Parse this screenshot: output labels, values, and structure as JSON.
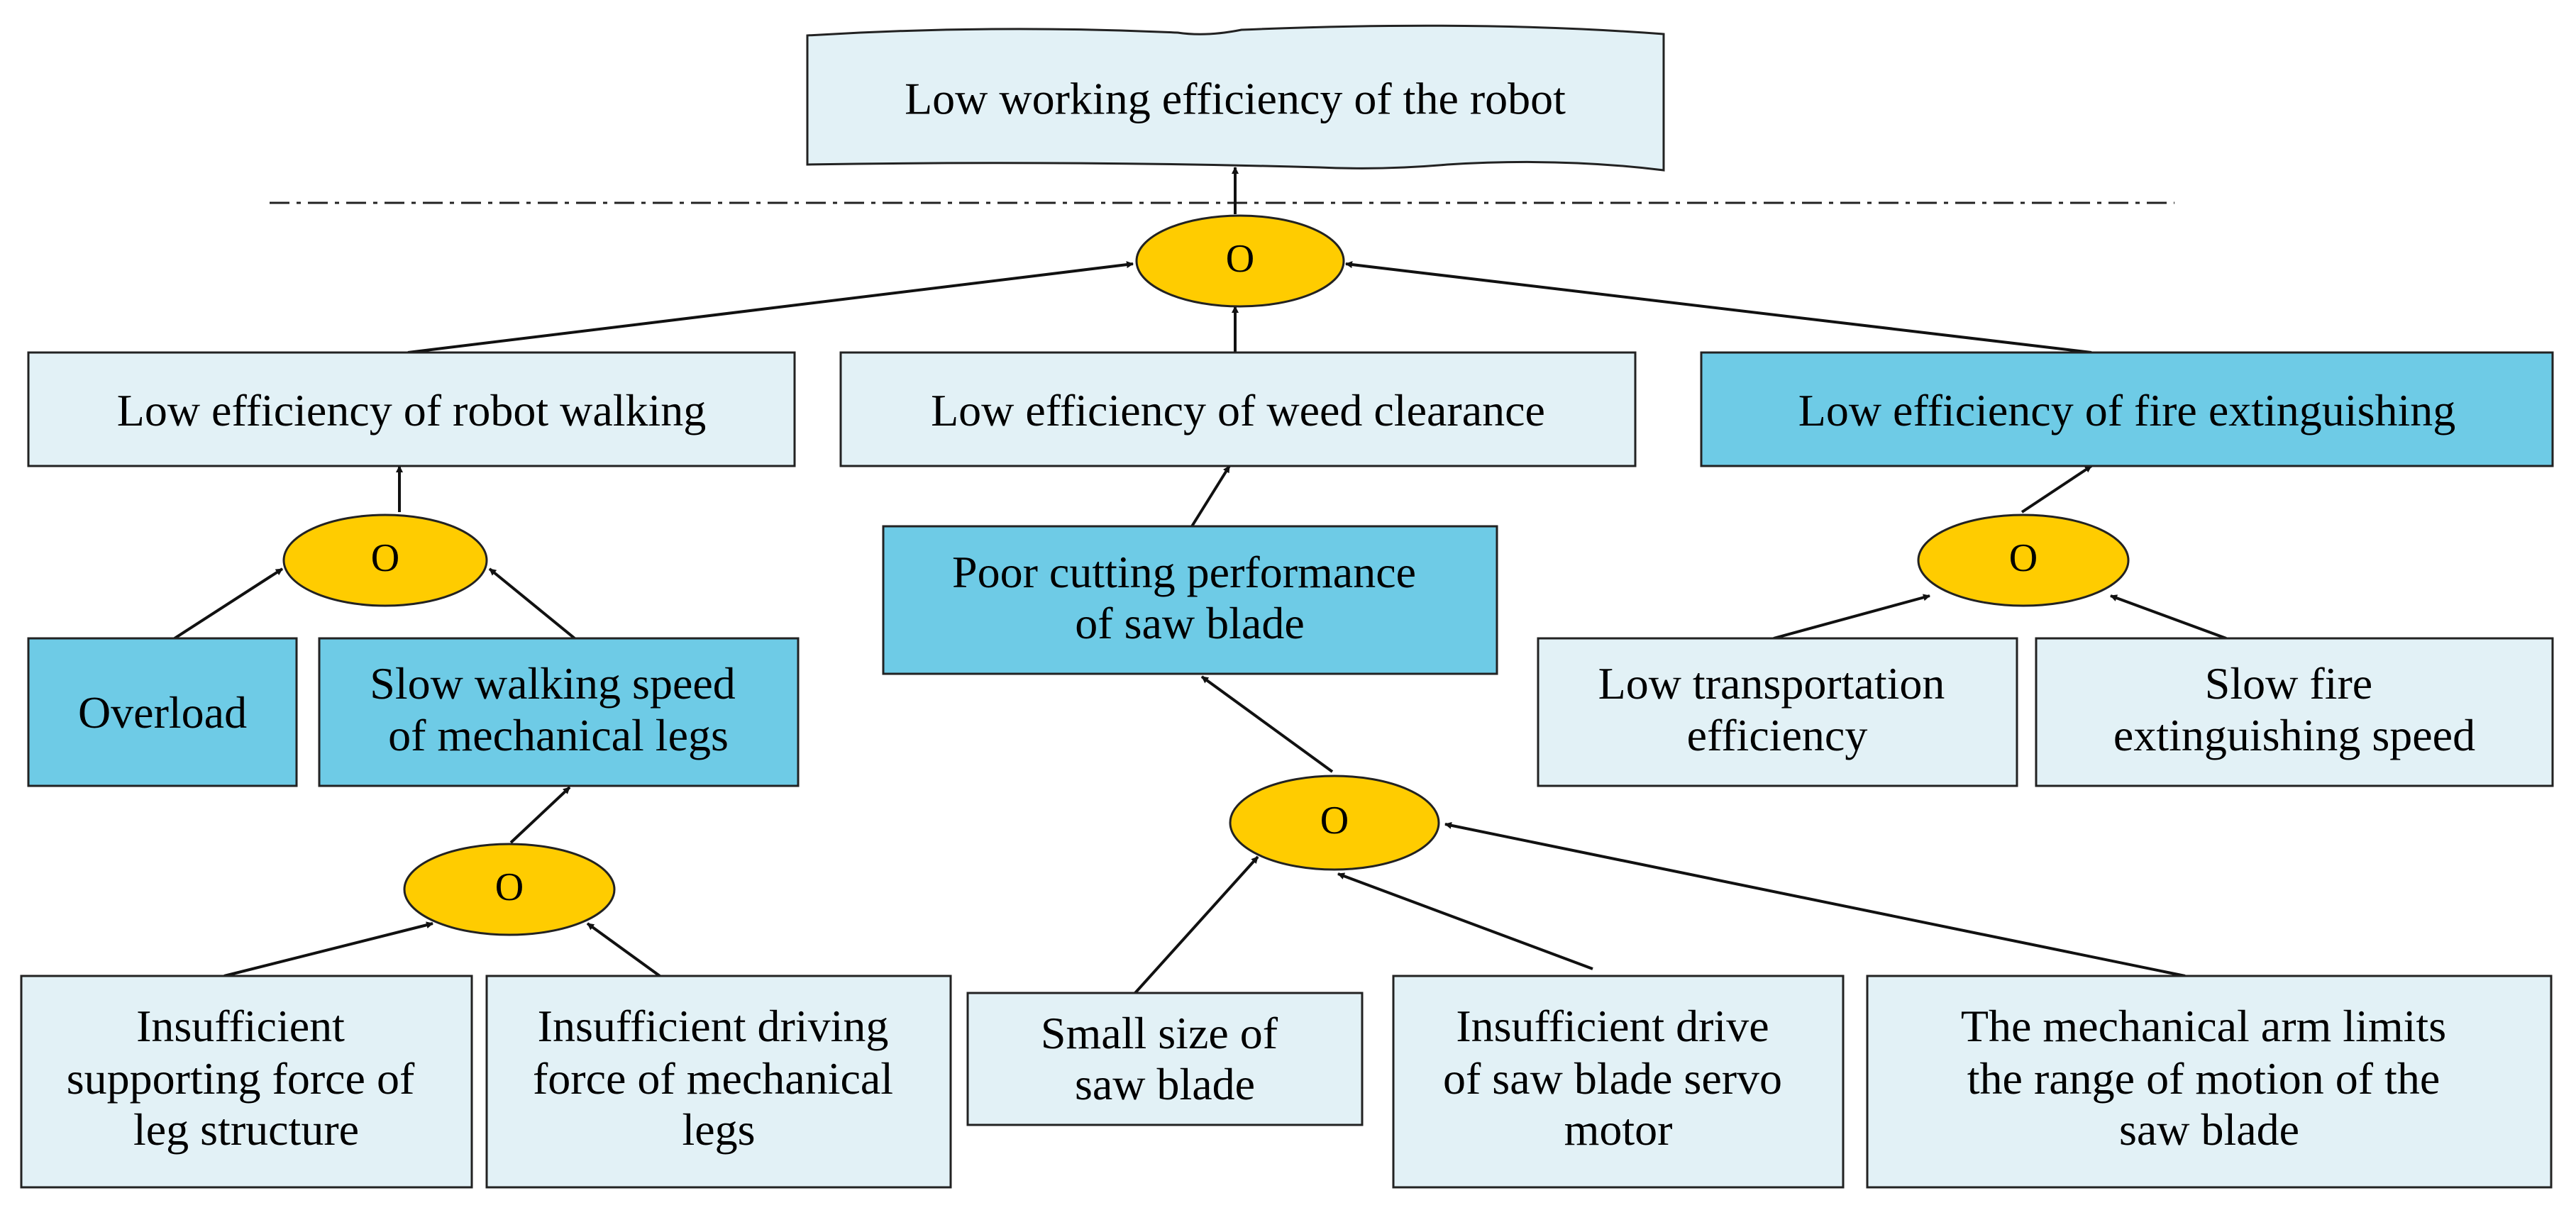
{
  "colors": {
    "light_box": "#e2f1f6",
    "dark_box": "#6ecbe6",
    "gate_fill": "#ffcc00",
    "line": "#111111"
  },
  "top_event": {
    "label": "Low working efficiency of the robot"
  },
  "gates": {
    "top": "O",
    "walking": "O",
    "leg_speed": "O",
    "saw_blade": "O",
    "fire": "O"
  },
  "nodes": {
    "robot_walking": {
      "lines": [
        "Low efficiency of robot walking"
      ]
    },
    "weed_clearance": {
      "lines": [
        "Low efficiency of weed clearance"
      ]
    },
    "fire_extinguishing": {
      "lines": [
        "Low efficiency of fire extinguishing"
      ]
    },
    "overload": {
      "lines": [
        "Overload"
      ]
    },
    "slow_walking_speed": {
      "lines": [
        "Slow walking speed",
        "of mechanical legs"
      ]
    },
    "poor_cutting": {
      "lines": [
        "Poor cutting performance",
        "of saw blade"
      ]
    },
    "low_transport": {
      "lines": [
        "Low transportation",
        "efficiency"
      ]
    },
    "slow_fire_speed": {
      "lines": [
        "Slow fire",
        "extinguishing speed"
      ]
    },
    "insufficient_support": {
      "lines": [
        "Insufficient",
        "supporting force of",
        "leg structure"
      ]
    },
    "insufficient_driving": {
      "lines": [
        "Insufficient driving",
        "force of mechanical",
        "legs"
      ]
    },
    "small_saw": {
      "lines": [
        "Small size of",
        "saw blade"
      ]
    },
    "insufficient_servo": {
      "lines": [
        "Insufficient drive",
        "of saw blade servo",
        "motor"
      ]
    },
    "arm_limits": {
      "lines": [
        "The mechanical arm limits",
        "the range of motion of the",
        "saw blade"
      ]
    }
  }
}
